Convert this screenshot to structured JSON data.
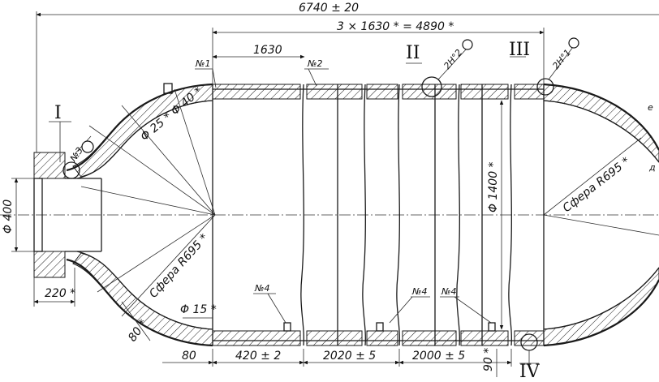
{
  "dimensions": {
    "overall_length": "6740 ± 20",
    "shell_total": "3 × 1630 * = 4890 *",
    "segment_1630": "1630",
    "nozzle_dia": "Φ 400",
    "flange_len": "220 *",
    "inner_dia": "Φ 1400 *",
    "seg_420": "420 ± 2",
    "seg_2020": "2020 ± 5",
    "seg_2000": "2000 ± 5",
    "dim_80_left": "80",
    "dim_80_lower": "80 *",
    "dim_90": "90 *",
    "dim_phi15": "Φ 15 *",
    "dim_phi25_40": "Φ 25 * Φ 40 *",
    "sphere_left": "Сфера R695 *",
    "sphere_right": "Сфера R695 *"
  },
  "detail_views": {
    "I": "I",
    "II": "II",
    "III": "III",
    "IV": "IV"
  },
  "labels": {
    "n1": "№1",
    "n2": "№2",
    "n3": "№3",
    "n4_a": "№4",
    "n4_b": "№4",
    "n4_c": "№4",
    "weld_2n2": "2Н°2",
    "weld_2n1": "2Н°1",
    "tail_e": "е",
    "tail_d": "д"
  }
}
